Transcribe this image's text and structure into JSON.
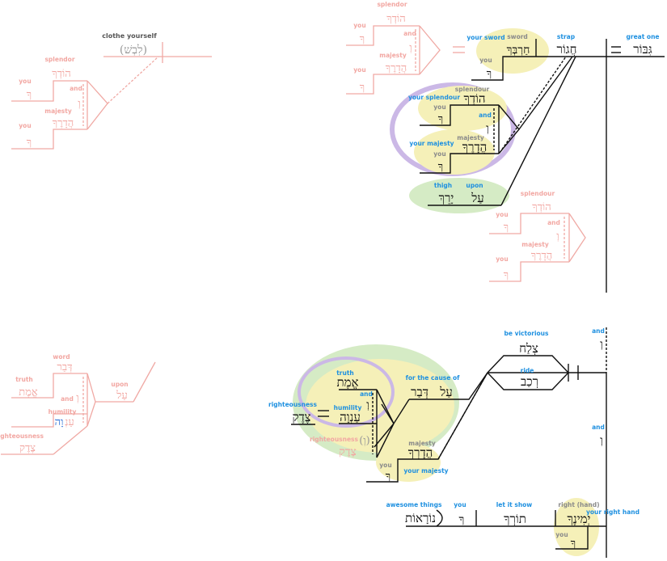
{
  "colors": {
    "ghost": "#f2a7a2",
    "ghost_line": "#f0a9a4",
    "label_blue": "#1e90e0",
    "label_gray": "#8a8a8a",
    "ink": "#111111",
    "hl_yellow": "#f5f0b8",
    "hl_green": "#d5ebc5",
    "hl_purple": "#cbb8e6",
    "blue_letter": "#2a6fd6"
  },
  "ghost_top_left": {
    "clothe_yourself": "clothe yourself",
    "verb_heb": "(לִבְשׁ)",
    "splendor": "splendor",
    "splendor_heb": "הוֹדְךָ",
    "you_1": "you",
    "you_1_heb": "ךָ",
    "and": "and",
    "and_heb": "וְ",
    "majesty": "majesty",
    "majesty_heb": "הֲדָרֶךָ",
    "you_2": "you",
    "you_2_heb": "ךָ"
  },
  "ghost_top_mid": {
    "splendor": "splendor",
    "splendor_heb": "הוֹדְךָ",
    "you_1": "you",
    "you_1_heb": "ךָ",
    "and": "and",
    "and_heb": "וְ",
    "majesty": "majesty",
    "majesty_heb": "הֲדָרֶךָ",
    "you_2": "you",
    "you_2_heb": "ךָ"
  },
  "main_top": {
    "your_sword": "your sword",
    "sword": "sword",
    "sword_heb": "חַרְבְּךָ",
    "you_sword": "you",
    "you_sword_heb": "ךָ",
    "strap": "strap",
    "strap_heb": "חֲגוֹר",
    "great_one": "great one",
    "great_one_heb": "גִּבּוֹר",
    "your_splendour": "your splendour",
    "splendour": "splendour",
    "splendour_heb": "הוֹדְךָ",
    "you_1": "you",
    "you_1_heb": "ךָ",
    "and": "and",
    "and_heb": "וְ",
    "your_majesty": "your majesty",
    "majesty": "majesty",
    "majesty_heb": "הֲדָרֶךָ",
    "you_2": "you",
    "you_2_heb": "ךָ",
    "thigh": "thigh",
    "thigh_heb": "יָרֵךְ",
    "upon": "upon",
    "upon_heb": "עַל"
  },
  "ghost_top_right": {
    "splendour": "splendour",
    "splendour_heb": "הוֹדְךָ",
    "you_1": "you",
    "you_1_heb": "ךָ",
    "and": "and",
    "and_heb": "וְ",
    "majesty": "majesty",
    "majesty_heb": "הֲדָרֶךָ",
    "you_2": "you",
    "you_2_heb": "ךָ"
  },
  "ghost_bottom_left": {
    "word": "word",
    "word_heb": "דְּבַר",
    "truth": "truth",
    "truth_heb": "אֱמֶת",
    "and": "and",
    "and_heb": "וְ",
    "humility": "humility",
    "humility_heb_a": "עַנְ",
    "humility_heb_b": "וָה",
    "righteousness": "righteousness",
    "righteousness_heb": "צֶדֶק",
    "upon": "upon",
    "upon_heb": "עַל"
  },
  "main_bottom": {
    "and_top": "and",
    "and_top_heb": "וְ",
    "be_victorious": "be victorious",
    "be_victorious_heb": "צְלַח",
    "ride": "ride",
    "ride_heb": "רְכַב",
    "for_the_cause_of": "for the cause of",
    "cause_upon_heb": "עַל",
    "cause_word_heb": "דְּבַר",
    "truth": "truth",
    "truth_heb": "אֱמֶת",
    "and_inner": "and",
    "and_inner_heb": "וְ",
    "humility": "humility",
    "humility_heb": "עַנְוָה",
    "righteousness": "righteousness",
    "righteousness_heb": "צֶדֶק",
    "righteousness_ghost": "righteousness",
    "righteousness_ghost_heb": "צֶדֶק",
    "paren_and": "(וְ)",
    "majesty": "majesty",
    "majesty_heb": "הֲדָרְךָ",
    "you": "you",
    "you_heb": "ךָ",
    "your_majesty": "your majesty",
    "and_mid": "and",
    "and_mid_heb": "וְ",
    "awesome_things": "awesome things",
    "awesome_heb": "נוֹרָאוֹת",
    "you_obj": "you",
    "you_obj_heb": "ךָ",
    "let_it_show": "let it show",
    "let_it_show_heb": "תוֹרְךָ",
    "right_hand": "right (hand)",
    "right_hand_heb": "יְמִינֶךָ",
    "your_right_hand": "your right hand",
    "you_rh": "you",
    "you_rh_heb": "ךָ"
  }
}
